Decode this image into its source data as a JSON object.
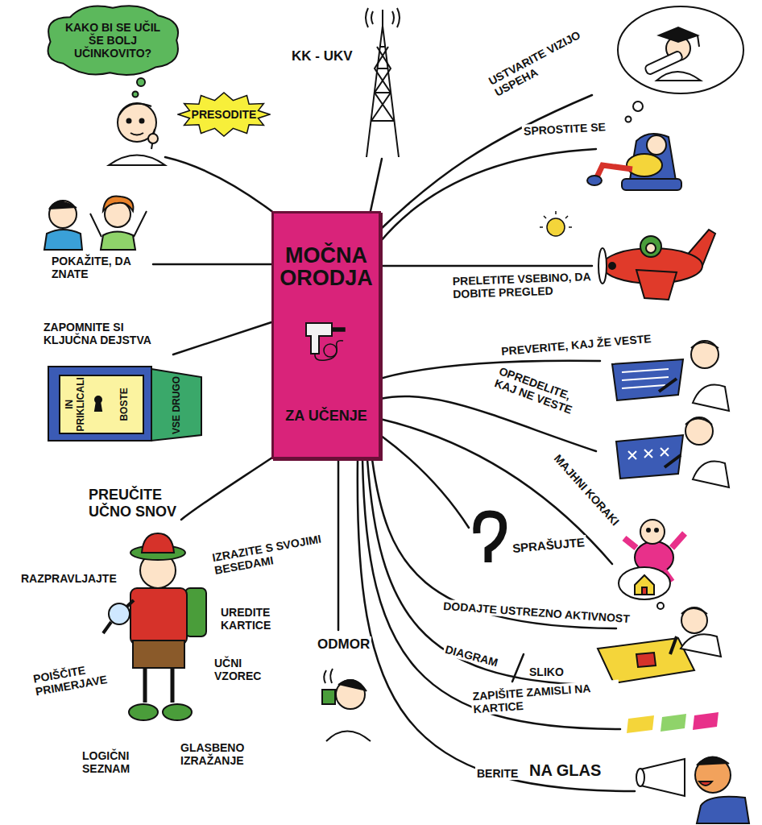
{
  "diagram": {
    "nodes": [
      {
        "text": [
          "MOČNA ORODJA",
          "ZA UČENJE"
        ]
      },
      {
        "text": [
          "KAKO BI SE UČIL ŠE BOLJ UČINKOVITO?"
        ]
      },
      {
        "text": [
          "PRESODITE"
        ]
      }
    ],
    "labels": [
      "KK - UKV",
      "USTVARITE VIZIJO USPEHA",
      "SPROSTITE SE",
      "PRELETITE VSEBINO, DA DOBITE PREGLED",
      "PREVERITE, KAJ ŽE VESTE",
      "OPREDELITE, KAJ NE VESTE",
      "MAJHNI KORAKI",
      "SPRAŠUJTE",
      "DODAJTE USTREZNO AKTIVNOST",
      "DIAGRAM",
      "SLIKO",
      "ZAPIŠITE ZAMISLI NA KARTICE",
      "BERITE",
      "NA GLAS",
      "ODMOR",
      "PREUČITE UČNO SNOV",
      "RAZPRAVLJAJTE",
      "IZRAZITE S SVOJIMI BESEDAMI",
      "UREDITE KARTICE",
      "UČNI VZOREC",
      "POIŠČITE PRIMERJAVE",
      "LOGIČNI SEZNAM",
      "GLASBENO IZRAŽANJE",
      "ZAPOMNITE SI KLJUČNA DEJSTVA",
      "IN PRIKLICALI",
      "BOSTE",
      "VSE DRUGO",
      "POKAŽITE, DA ZNATE"
    ]
  }
}
